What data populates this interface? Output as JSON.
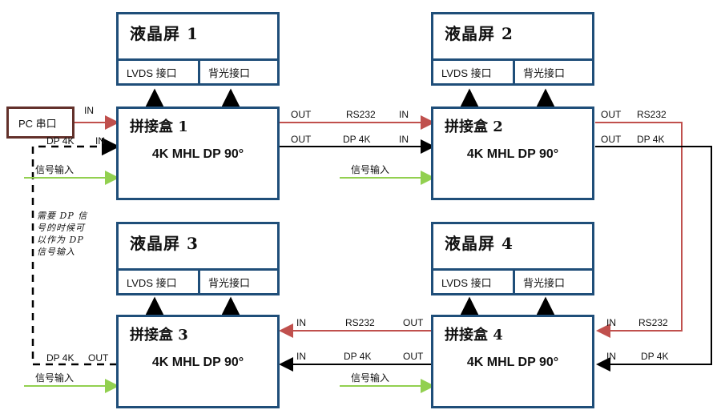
{
  "diagram": {
    "title_note": "LCD video wall splicing box cascade wiring diagram",
    "colors": {
      "box_border": "#1F4E79",
      "pc_border": "#63312B",
      "rs232_wire": "#C0504D",
      "dp_wire": "#000000",
      "signal_wire": "#92D050"
    }
  },
  "source": {
    "label": "PC 串口",
    "out_arrow_label": "IN"
  },
  "note": {
    "text": "需要 DP 信号的时候可以作为 DP 信号输入"
  },
  "panels": [
    {
      "id": 1,
      "title": "液晶屏  1",
      "ports": [
        "LVDS 接口",
        "背光接口"
      ]
    },
    {
      "id": 2,
      "title": "液晶屏  2",
      "ports": [
        "LVDS 接口",
        "背光接口"
      ]
    },
    {
      "id": 3,
      "title": "液晶屏  3",
      "ports": [
        "LVDS 接口",
        "背光接口"
      ]
    },
    {
      "id": 4,
      "title": "液晶屏  4",
      "ports": [
        "LVDS 接口",
        "背光接口"
      ]
    }
  ],
  "boxes": [
    {
      "id": 1,
      "name": "拼接盒 1",
      "spec": "4K MHL DP 90°"
    },
    {
      "id": 2,
      "name": "拼接盒 2",
      "spec": "4K MHL DP 90°"
    },
    {
      "id": 3,
      "name": "拼接盒 3",
      "spec": "4K MHL DP 90°"
    },
    {
      "id": 4,
      "name": "拼接盒 4",
      "spec": "4K MHL DP 90°"
    }
  ],
  "wire_labels": {
    "pc_in": "IN",
    "b1_dp_in_name": "DP 4K",
    "b1_dp_in": "IN",
    "b1_signal_in": "信号输入",
    "b1_rs232_out": "OUT",
    "b1_rs232_name": "RS232",
    "b2_rs232_in": "IN",
    "b1_dp_out": "OUT",
    "b1_dp_name": "DP 4K",
    "b2_dp_in": "IN",
    "b2_signal_in": "信号输入",
    "b2_rs232_out": "OUT",
    "b2_rs232_name": "RS232",
    "b2_dp_out": "OUT",
    "b2_dp_name": "DP 4K",
    "b4_rs232_in": "IN",
    "b4_rs232_name": "RS232",
    "b4_dp_in": "IN",
    "b4_dp_name": "DP 4K",
    "b4_rs232_out": "OUT",
    "b34_rs232_name": "RS232",
    "b3_rs232_in": "IN",
    "b4_dp_out": "OUT",
    "b34_dp_name": "DP 4K",
    "b3_dp_in": "IN",
    "b3_signal_in": "信号输入",
    "b4_signal_in": "信号输入",
    "b3_dp_out_name": "DP 4K",
    "b3_dp_out": "OUT"
  }
}
